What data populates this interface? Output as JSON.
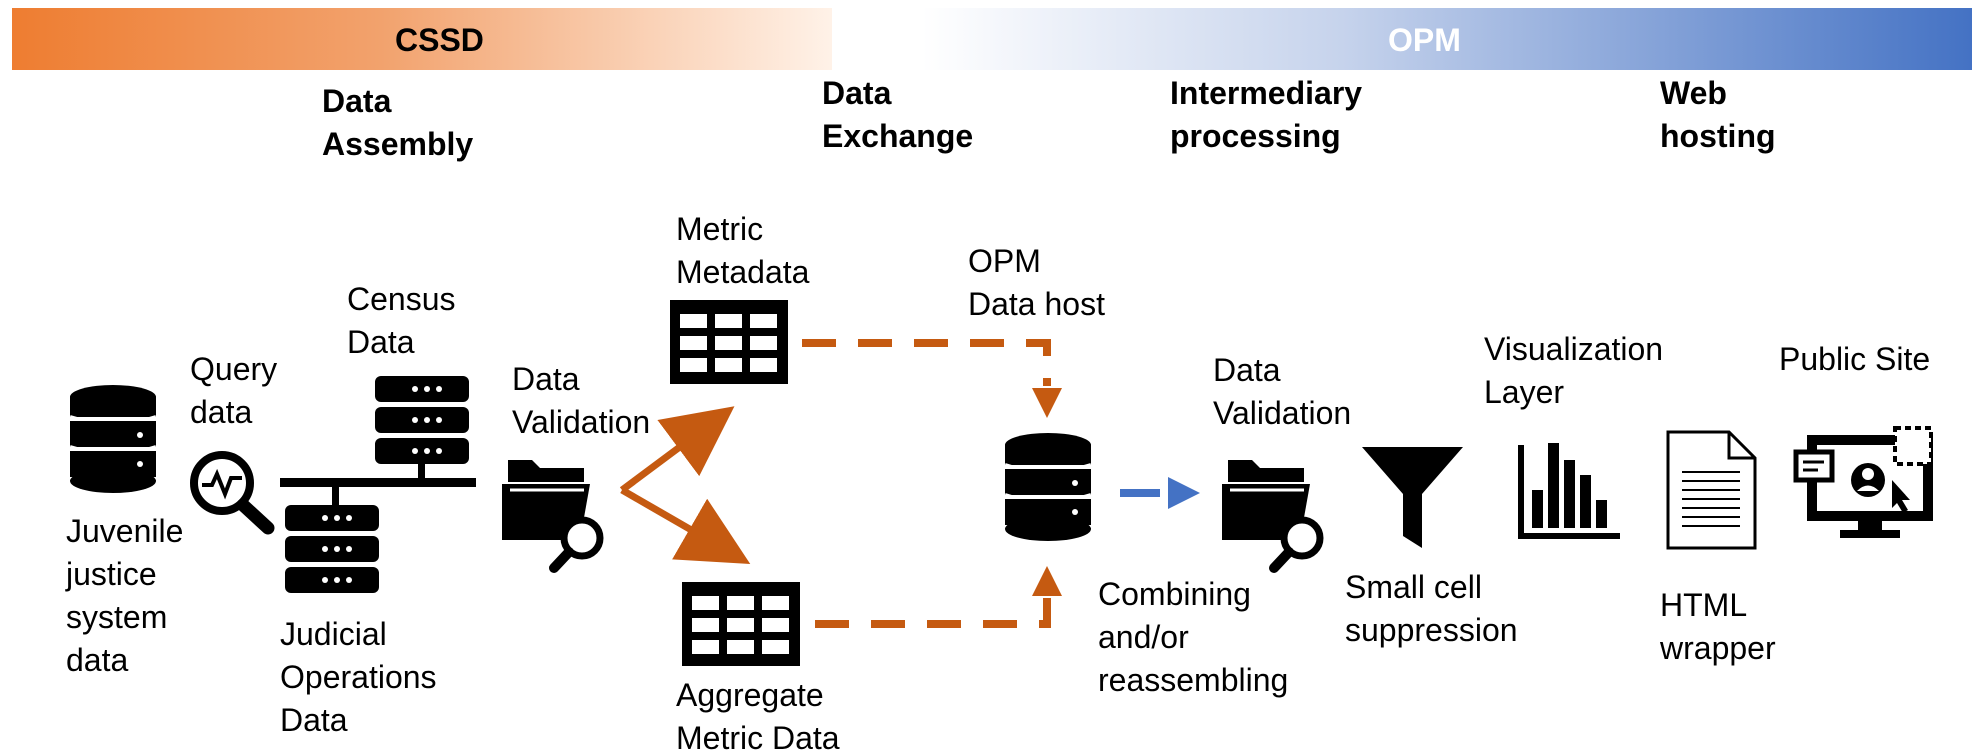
{
  "header": {
    "left_band_label": "CSSD",
    "right_band_label": "OPM"
  },
  "phases": {
    "assembly": "Data\nAssembly",
    "exchange": "Data\nExchange",
    "intermediary": "Intermediary\nprocessing",
    "hosting": "Web\nhosting"
  },
  "labels": {
    "juvenile": "Juvenile\njustice\nsystem\ndata",
    "query": "Query\ndata",
    "census": "Census\nData",
    "judicial": "Judicial\nOperations\nData",
    "validation1": "Data\nValidation",
    "metric_metadata": "Metric\nMetadata",
    "aggregate": "Aggregate\nMetric Data",
    "opm_host": "OPM\nData host",
    "validation2": "Data\nValidation",
    "combining": "Combining\nand/or\nreassembling",
    "small_cell": "Small cell\nsuppression",
    "visualization": "Visualization\nLayer",
    "html_wrapper": "HTML\nwrapper",
    "public_site": "Public Site"
  },
  "colors": {
    "cssd_orange": "#ee7d31",
    "opm_blue": "#4472c4",
    "arrow_orange": "#c55a11",
    "arrow_blue": "#4472c4",
    "icon_black": "#000000"
  },
  "icons": {
    "juvenile_db": "database-icon",
    "query": "search-analytics-icon",
    "census_server": "server-icon",
    "judicial_server": "server-icon",
    "validation1": "folder-search-icon",
    "metric_metadata": "table-grid-icon",
    "aggregate": "table-grid-icon",
    "opm_db": "database-icon",
    "validation2": "folder-search-icon",
    "filter": "funnel-icon",
    "chart": "bar-chart-icon",
    "document": "document-icon",
    "public_site": "monitor-user-icon"
  }
}
